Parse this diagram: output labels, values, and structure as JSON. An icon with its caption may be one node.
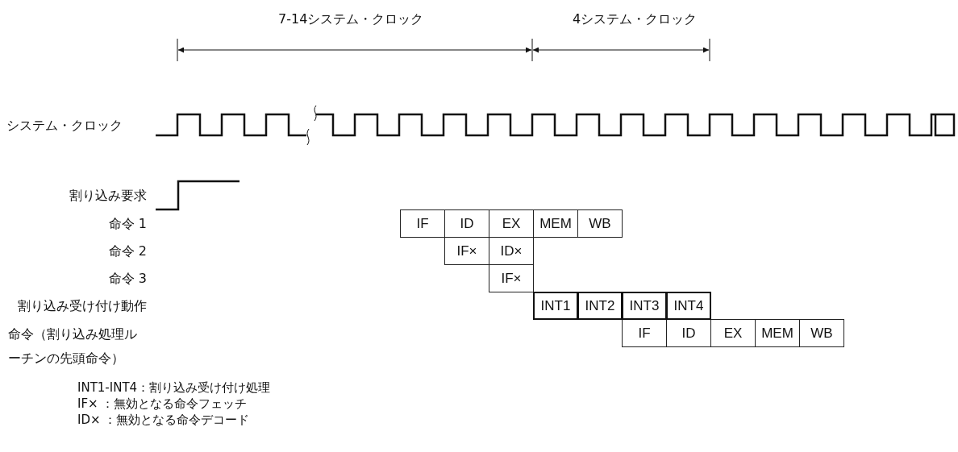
{
  "diagram": {
    "nodes": [
      {
        "text": [
          "IF"
        ]
      },
      {
        "text": [
          "ID"
        ]
      },
      {
        "text": [
          "EX"
        ]
      },
      {
        "text": [
          "MEM"
        ]
      },
      {
        "text": [
          "WB"
        ]
      },
      {
        "text": [
          "IF×"
        ]
      },
      {
        "text": [
          "ID×"
        ]
      },
      {
        "text": [
          "IF×"
        ]
      },
      {
        "text": [
          "INT1"
        ]
      },
      {
        "text": [
          "INT2"
        ]
      },
      {
        "text": [
          "INT3"
        ]
      },
      {
        "text": [
          "INT4"
        ]
      },
      {
        "text": [
          "IF"
        ]
      },
      {
        "text": [
          "ID"
        ]
      },
      {
        "text": [
          "EX"
        ]
      },
      {
        "text": [
          "MEM"
        ]
      },
      {
        "text": [
          "WB"
        ]
      }
    ],
    "edges": [],
    "labels": [
      "7-14システム・クロック",
      "4システム・クロック",
      "システム・クロック",
      "割り込み要求",
      "命令 1",
      "命令 2",
      "命令 3",
      "割り込み受け付け動作",
      "命令（割り込み処理ルーチンの先頭命令）",
      "INT1-INT4：割り込み受け付け処理",
      "IF× ：無効となる命令フェッチ",
      "ID× ：無効となる命令デコード"
    ]
  }
}
